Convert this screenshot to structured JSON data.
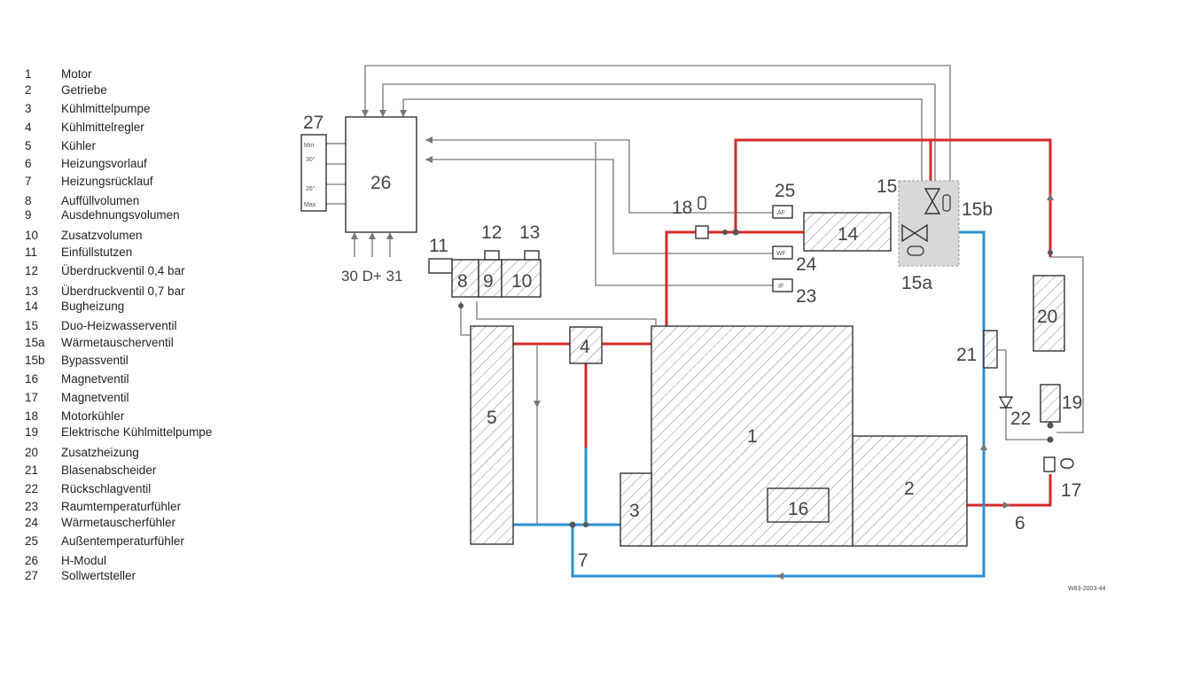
{
  "legend": [
    {
      "num": "1",
      "text": "Motor"
    },
    {
      "num": "2",
      "text": "Getriebe"
    },
    {
      "num": "3",
      "text": "Kühlmittelpumpe"
    },
    {
      "num": "4",
      "text": "Kühlmittelregler"
    },
    {
      "num": "5",
      "text": "Kühler"
    },
    {
      "num": "6",
      "text": "Heizungsvorlauf"
    },
    {
      "num": "7",
      "text": "Heizungsrücklauf"
    },
    {
      "num": "8",
      "text": "Auffüllvolumen"
    },
    {
      "num": "9",
      "text": "Ausdehnungsvolumen"
    },
    {
      "num": "10",
      "text": "Zusatzvolumen"
    },
    {
      "num": "11",
      "text": "Einfüllstutzen"
    },
    {
      "num": "12",
      "text": "Überdruckventil 0,4 bar"
    },
    {
      "num": "13",
      "text": "Überdruckventil 0,7 bar"
    },
    {
      "num": "14",
      "text": "Bugheizung"
    },
    {
      "num": "15",
      "text": "Duo-Heizwasserventil"
    },
    {
      "num": "15a",
      "text": "Wärmetauscherventil"
    },
    {
      "num": "15b",
      "text": "Bypassventil"
    },
    {
      "num": "16",
      "text": "Magnetventil"
    },
    {
      "num": "17",
      "text": "Magnetventil"
    },
    {
      "num": "18",
      "text": "Motorkühler"
    },
    {
      "num": "19",
      "text": "Elektrische Kühlmittelpumpe"
    },
    {
      "num": "20",
      "text": "Zusatzheizung"
    },
    {
      "num": "21",
      "text": "Blasenabscheider"
    },
    {
      "num": "22",
      "text": "Rückschlagventil"
    },
    {
      "num": "23",
      "text": "Raumtemperaturfühler"
    },
    {
      "num": "24",
      "text": "Wärmetauscherfühler"
    },
    {
      "num": "25",
      "text": "Außentemperaturfühler"
    },
    {
      "num": "26",
      "text": "H-Modul"
    },
    {
      "num": "27",
      "text": "Sollwertsteller"
    }
  ],
  "labels": {
    "l1": "1",
    "l2": "2",
    "l3": "3",
    "l4": "4",
    "l5": "5",
    "l6": "6",
    "l7": "7",
    "l8": "8",
    "l9": "9",
    "l10": "10",
    "l11": "11",
    "l12": "12",
    "l13": "13",
    "l14": "14",
    "l15": "15",
    "l15a": "15a",
    "l15b": "15b",
    "l16": "16",
    "l17": "17",
    "l18": "18",
    "l19": "19",
    "l20": "20",
    "l21": "21",
    "l22": "22",
    "l23": "23",
    "l24": "24",
    "l25": "25",
    "l26": "26",
    "l27": "27",
    "terminals": "30 D+ 31"
  },
  "sensor_tags": {
    "af": "AF",
    "wf": "WF",
    "if": "IF"
  },
  "setpoint_marks": [
    "Min",
    "30°",
    "26°",
    "Max"
  ],
  "figure_code": "W83-2003-44",
  "colors": {
    "hot": "#d42a2a",
    "cold": "#2a8fd4",
    "valve_shade": "#d8d8d8"
  }
}
